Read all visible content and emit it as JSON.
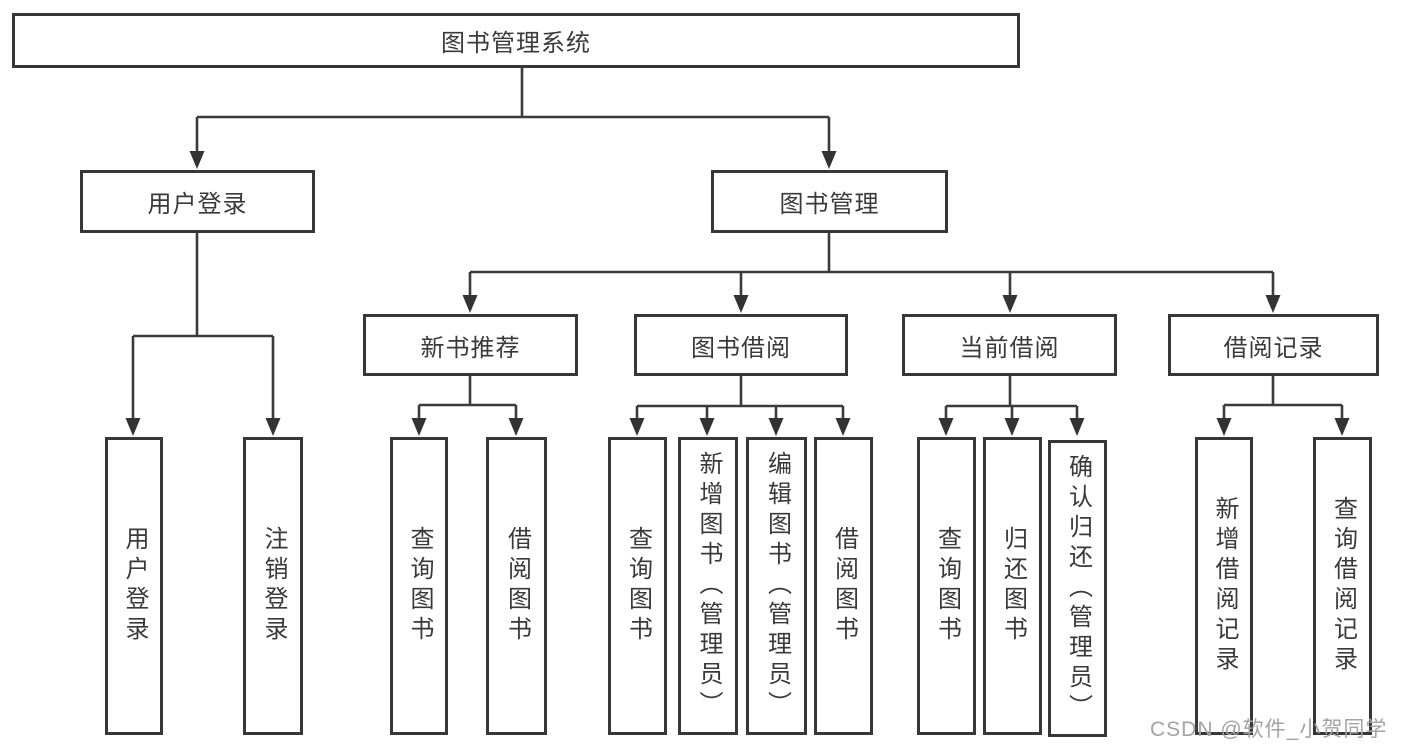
{
  "tree": {
    "label": "图书管理系统",
    "children": [
      {
        "label": "用户登录",
        "children": [
          {
            "label": "用户登录"
          },
          {
            "label": "注销登录"
          }
        ]
      },
      {
        "label": "图书管理",
        "children": [
          {
            "label": "新书推荐",
            "children": [
              {
                "label": "查询图书"
              },
              {
                "label": "借阅图书"
              }
            ]
          },
          {
            "label": "图书借阅",
            "children": [
              {
                "label": "查询图书"
              },
              {
                "label": "新增图书（管理员）"
              },
              {
                "label": "编辑图书（管理员）"
              },
              {
                "label": "借阅图书"
              }
            ]
          },
          {
            "label": "当前借阅",
            "children": [
              {
                "label": "查询图书"
              },
              {
                "label": "归还图书"
              },
              {
                "label": "确认归还（管理员）"
              }
            ]
          },
          {
            "label": "借阅记录",
            "children": [
              {
                "label": "新增借阅记录"
              },
              {
                "label": "查询借阅记录"
              }
            ]
          }
        ]
      }
    ]
  },
  "watermark": {
    "text": "CSDN @软件_小贺同学"
  },
  "colors": {
    "line": "#3b3b3b",
    "box_border": "#373737",
    "text": "#3a3a3a",
    "watermark": "#a3a3a8",
    "background": "#ffffff"
  }
}
